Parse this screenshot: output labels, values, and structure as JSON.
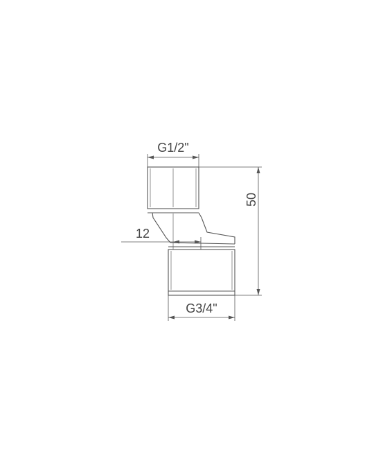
{
  "drawing": {
    "dimensions": {
      "top_thread": "G1/2\"",
      "bottom_thread": "G3/4\"",
      "offset": "12",
      "height": "50"
    },
    "colors": {
      "line": "#555555",
      "text": "#444444",
      "background": "#ffffff"
    }
  }
}
